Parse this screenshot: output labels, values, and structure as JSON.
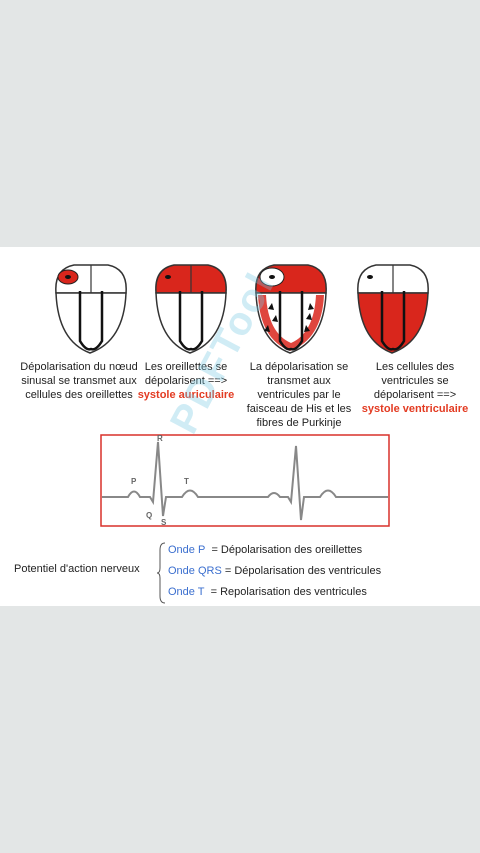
{
  "captions": [
    {
      "text": "Dépolarisation du nœud sinusal se transmet aux cellules des oreillettes",
      "highlight": ""
    },
    {
      "text": "Les oreillettes se dépolarisent ==>",
      "highlight": "systole auriculaire"
    },
    {
      "text": "La dépolarisation se transmet aux ventricules par le faisceau de His et les fibres de Purkinje",
      "highlight": ""
    },
    {
      "text": "Les cellules des ventricules se dépolarisent ==>",
      "highlight": "systole ventriculaire"
    }
  ],
  "ecg": {
    "labels": {
      "p": "P",
      "q": "Q",
      "r": "R",
      "s": "S",
      "t": "T"
    },
    "border_color": "#d9302a",
    "line_color": "#888888"
  },
  "legend": {
    "label": "Potentiel d'action nerveux",
    "waves": [
      {
        "name": "Onde P",
        "desc": "= Dépolarisation des oreillettes"
      },
      {
        "name": "Onde QRS",
        "desc": "= Dépolarisation des ventricules"
      },
      {
        "name": "Onde T",
        "desc": "= Repolarisation des ventricules"
      }
    ]
  },
  "colors": {
    "highlight": "#e33b22",
    "heart_red": "#d9261c",
    "wave_name": "#3b6fcf"
  },
  "watermark": "PDFTool"
}
